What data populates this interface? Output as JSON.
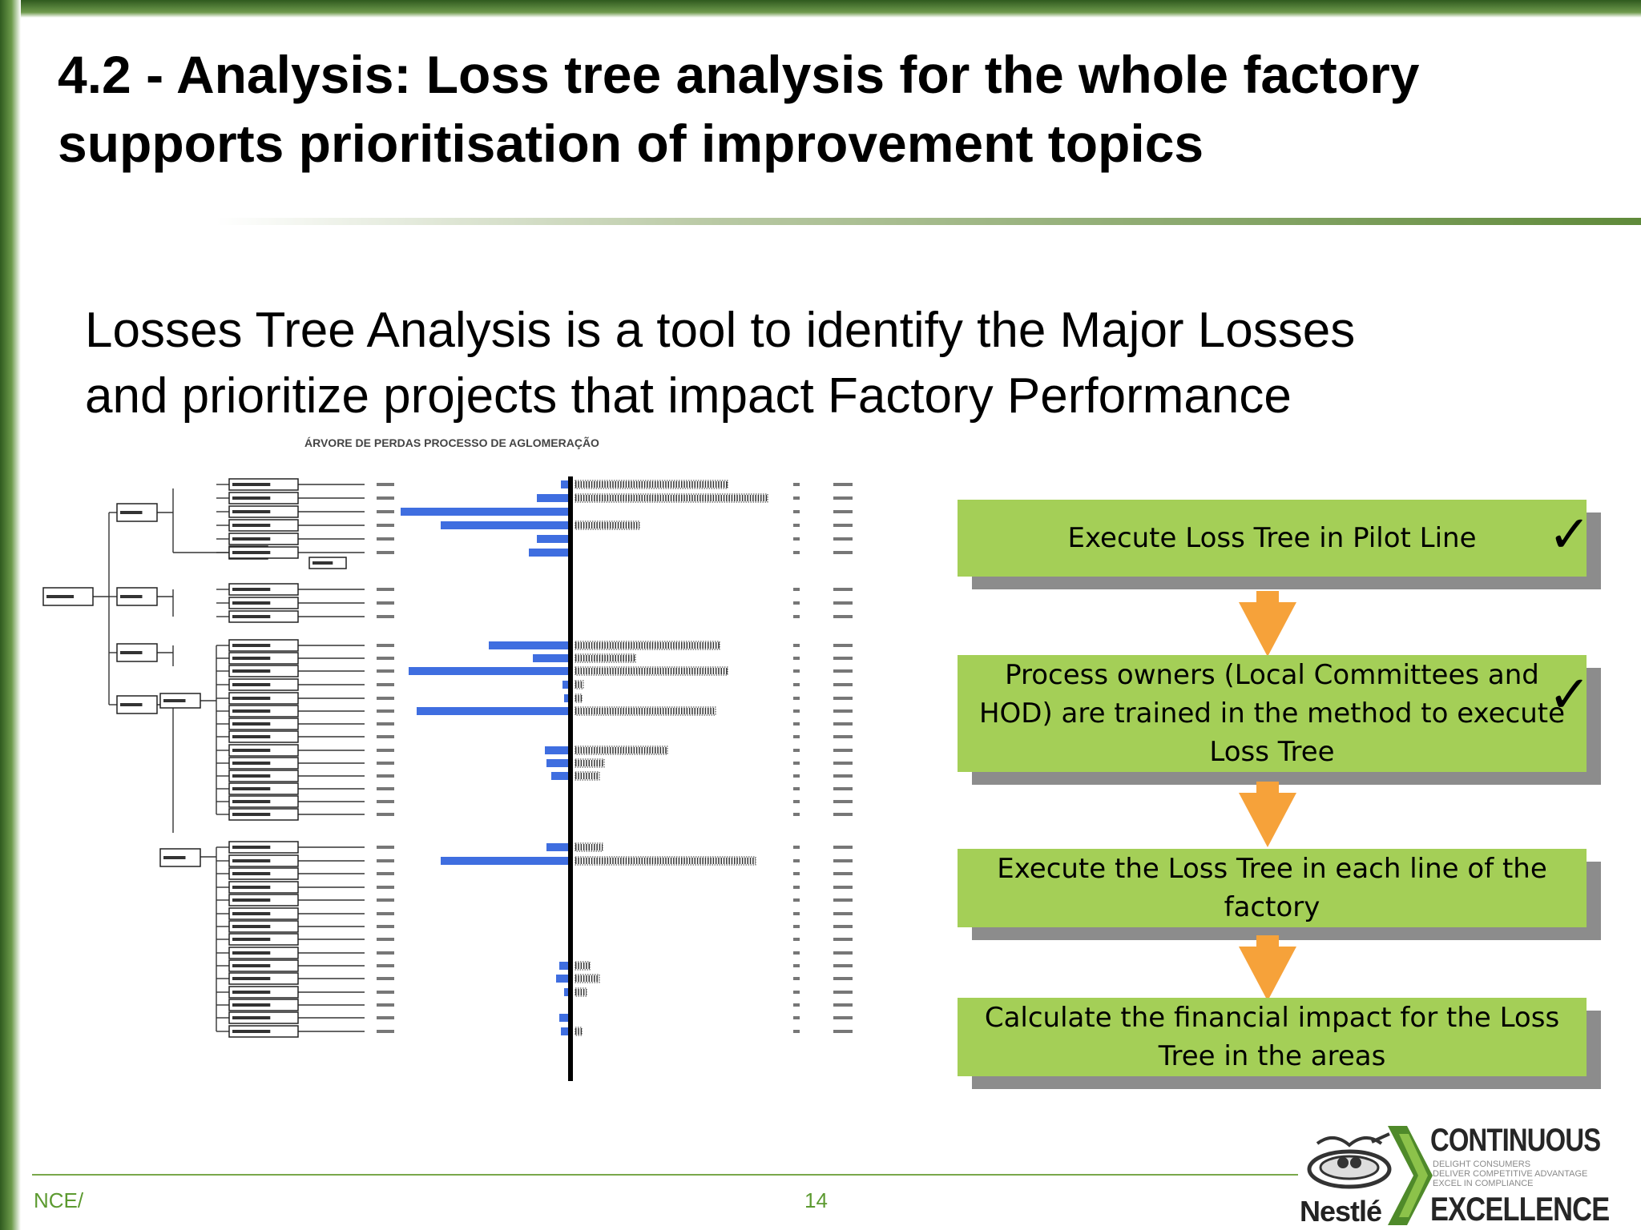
{
  "slide": {
    "title_line1": "4.2 - Analysis: Loss tree analysis for the whole factory",
    "title_line2": "supports prioritisation of improvement topics",
    "intro_line1": "Losses Tree Analysis is a tool to identify the Major Losses",
    "intro_line2": "and prioritize projects that impact Factory Performance"
  },
  "figure": {
    "title": "ÁRVORE DE PERDAS PROCESSO DE AGLOMERAÇÃO"
  },
  "steps": [
    {
      "label": "Execute Loss Tree in Pilot Line",
      "checked": true
    },
    {
      "label": "Process owners (Local Committees and HOD) are trained in the method to execute Loss Tree",
      "checked": true
    },
    {
      "label": "Execute the Loss Tree in each line of the factory",
      "checked": false
    },
    {
      "label": "Calculate the financial impact for the Loss Tree in the areas",
      "checked": false
    }
  ],
  "check_glyph": "✓",
  "footer": {
    "left": "NCE/",
    "page": "14"
  },
  "logo": {
    "brand": "Nestlé",
    "word1": "CONTINUOUS",
    "word2": "EXCELLENCE",
    "tag1": "DELIGHT CONSUMERS",
    "tag2": "DELIVER COMPETITIVE ADVANTAGE",
    "tag3": "EXCEL IN COMPLIANCE"
  },
  "colors": {
    "step_fill": "#a4cf57",
    "arrow_fill": "#f6a23a",
    "frame_green": "#3f6e2a",
    "footer_green": "#5c9a30",
    "bar_blue": "#3f6ee0"
  }
}
